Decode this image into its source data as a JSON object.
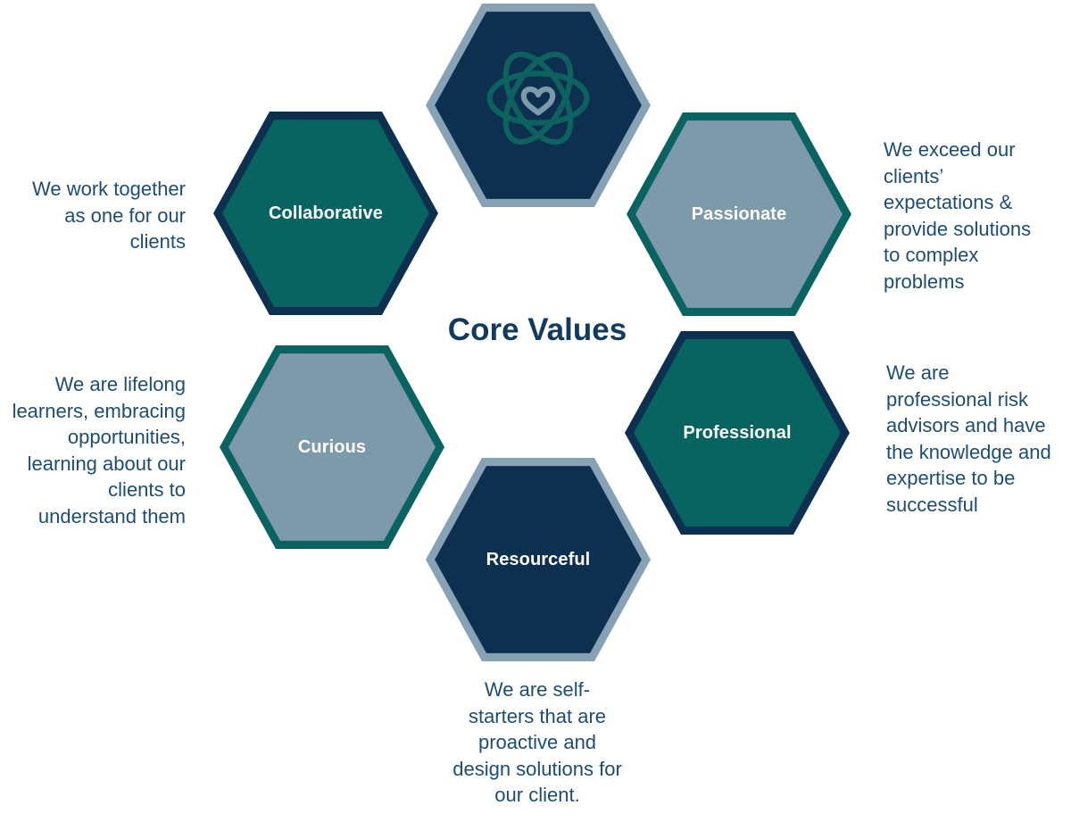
{
  "title": "Core Values",
  "colors": {
    "navy": "#0e3050",
    "teal": "#076461",
    "tealBorder": "#0b6361",
    "bluegray": "#7d9aab",
    "bluegrayBorder": "#86a2b4",
    "paragraphText": "#1d4d74",
    "titleText": "#123a5e",
    "labelText": "#ffffff",
    "iconAtom": "#0d615e",
    "iconHeart": "#7d9aab"
  },
  "hexagons": [
    {
      "id": "brand",
      "label": "",
      "icon": "atom-heart-icon"
    },
    {
      "id": "collaborative",
      "label": "Collaborative",
      "description": "We work together\nas one for our\nclients"
    },
    {
      "id": "passionate",
      "label": "Passionate",
      "description": "We exceed our\nclients’\nexpectations &\nprovide solutions\nto complex\nproblems"
    },
    {
      "id": "curious",
      "label": "Curious",
      "description": "We are lifelong\nlearners, embracing\nopportunities,\nlearning about our\nclients to\nunderstand them"
    },
    {
      "id": "professional",
      "label": "Professional",
      "description": "We are\nprofessional risk\nadvisors and have\nthe knowledge and\nexpertise to be\nsuccessful"
    },
    {
      "id": "resourceful",
      "label": "Resourceful",
      "description": "We are self-\nstarters that are\nproactive and\ndesign solutions for\nour client."
    }
  ]
}
